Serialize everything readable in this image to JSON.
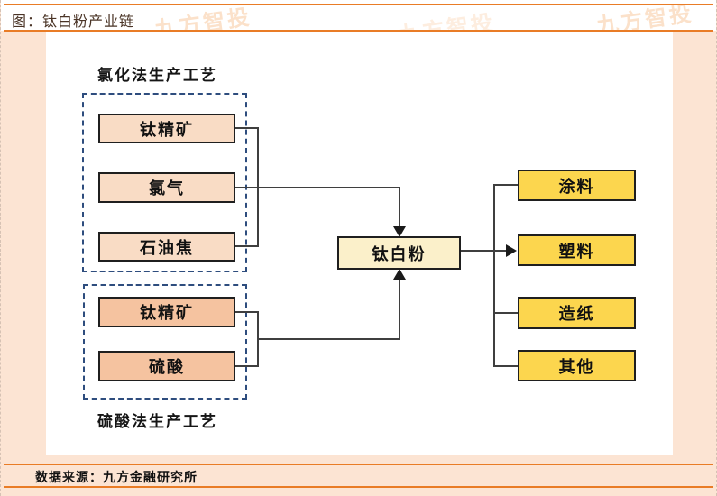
{
  "title": "图：钛白粉产业链",
  "watermark": {
    "text": "九方智投"
  },
  "footer": {
    "source_label": "数据来源：九方金融研究所"
  },
  "colors": {
    "accent_orange": "#e97c26",
    "page_peach": "#fce4d3",
    "input_light_peach": "#f9dcc5",
    "input_salmon": "#f5c3a0",
    "product_cream": "#fbf0ca",
    "application_yellow": "#fcd64e",
    "dashed_group_border": "#2e4d7e",
    "connector_line": "#3f3f3f"
  },
  "diagram": {
    "process_groups": [
      {
        "label": "氯化法生产工艺",
        "position": "top",
        "inputs": [
          "钛精矿",
          "氯气",
          "石油焦"
        ]
      },
      {
        "label": "硫酸法生产工艺",
        "position": "bottom",
        "inputs": [
          "钛精矿",
          "硫酸"
        ]
      }
    ],
    "product": "钛白粉",
    "applications": [
      "涂料",
      "塑料",
      "造纸",
      "其他"
    ]
  }
}
